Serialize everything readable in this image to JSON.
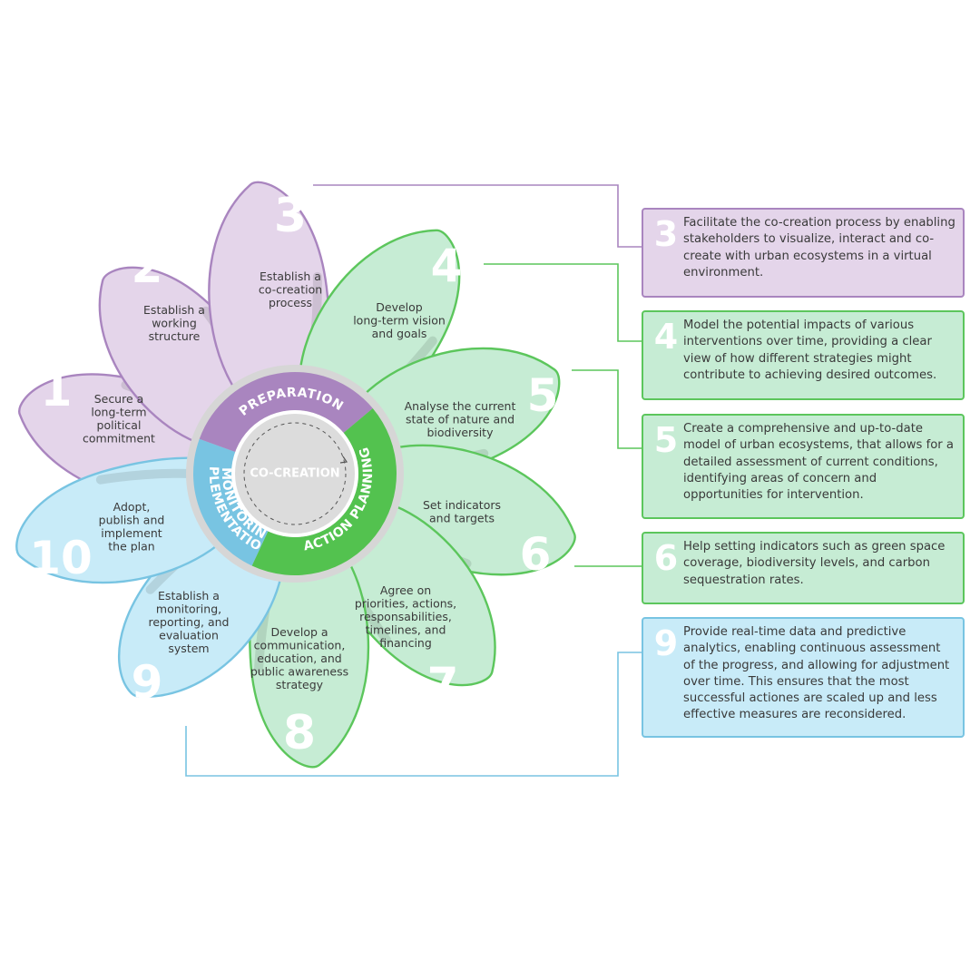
{
  "colors": {
    "preparation_fill": "#e4d5ea",
    "preparation_stroke": "#a985bf",
    "preparation_arc": "#a985bf",
    "action_fill": "#c6ecd4",
    "action_stroke": "#5cc65c",
    "action_arc": "#53c24f",
    "implementation_fill": "#c8ebf8",
    "implementation_stroke": "#78c4e2",
    "implementation_arc": "#78c4e2",
    "center_fill": "#dcdcdc"
  },
  "center": {
    "label": "CO-CREATION"
  },
  "phases": {
    "preparation": "PREPARATION",
    "action_planning": "ACTION PLANNING",
    "implementation_line1": "IMPLEMENTATION",
    "implementation_line2": "& MONITORING"
  },
  "petals": [
    {
      "number": "1",
      "phase": "preparation",
      "lines": [
        "Secure a",
        "long-term",
        "political",
        "commitment"
      ]
    },
    {
      "number": "2",
      "phase": "preparation",
      "lines": [
        "Establish a",
        "working",
        "structure"
      ]
    },
    {
      "number": "3",
      "phase": "preparation",
      "lines": [
        "Establish a",
        "co-creation",
        "process"
      ]
    },
    {
      "number": "4",
      "phase": "action",
      "lines": [
        "Develop",
        "long-term vision",
        "and goals"
      ]
    },
    {
      "number": "5",
      "phase": "action",
      "lines": [
        "Analyse the current",
        "state of nature and",
        "biodiversity"
      ]
    },
    {
      "number": "6",
      "phase": "action",
      "lines": [
        "Set indicators",
        "and targets"
      ]
    },
    {
      "number": "7",
      "phase": "action",
      "lines": [
        "Agree on",
        "priorities, actions,",
        "responsabilities,",
        "timelines, and",
        "financing"
      ]
    },
    {
      "number": "8",
      "phase": "action",
      "lines": [
        "Develop a",
        "communication,",
        "education, and",
        "public awareness",
        "strategy"
      ]
    },
    {
      "number": "9",
      "phase": "implementation",
      "lines": [
        "Establish a",
        "monitoring,",
        "reporting, and",
        "evaluation",
        "system"
      ]
    },
    {
      "number": "10",
      "phase": "implementation",
      "lines": [
        "Adopt,",
        "publish and",
        "implement",
        "the plan"
      ]
    }
  ],
  "boxes": [
    {
      "number": "3",
      "text": "Facilitate the co-creation process by enabling stakeholders to visualize, interact and co-create with urban ecosystems in a virtual environment."
    },
    {
      "number": "4",
      "text": "Model the potential impacts of various interventions over time, providing a clear view of how different strategies might contribute to achieving desired outcomes."
    },
    {
      "number": "5",
      "text": "Create a comprehensive and up-to-date model of urban ecosystems, that allows for a detailed assessment of current conditions, identifying areas of concern and opportunities for intervention."
    },
    {
      "number": "6",
      "text": "Help setting indicators such as green space coverage, biodiversity levels, and carbon sequestration rates."
    },
    {
      "number": "9",
      "text": "Provide real-time data and predictive analytics, enabling continuous assessment of the progress, and allowing for adjustment over time. This ensures that the most successful actiones are scaled up and less effective measures are reconsidered."
    }
  ]
}
